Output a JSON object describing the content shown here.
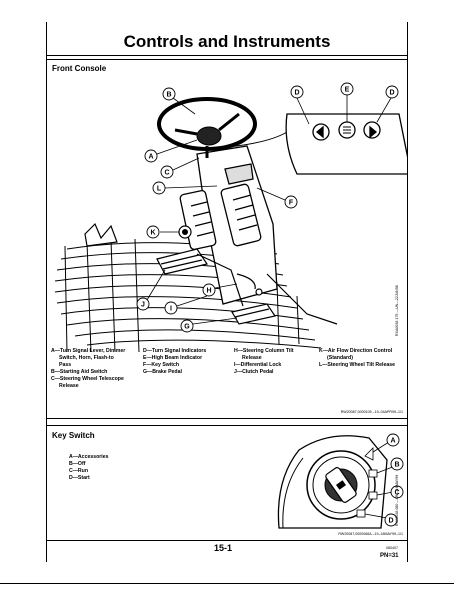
{
  "page_title": "Controls and Instruments",
  "front_console": {
    "title": "Front Console",
    "callouts": [
      "A",
      "B",
      "C",
      "D",
      "E",
      "D",
      "F",
      "G",
      "H",
      "I",
      "J",
      "K",
      "L"
    ],
    "legend_col1": [
      "A—Turn Signal Lever, Dimmer",
      "Switch, Horn, Flash-to",
      "Pass",
      "B—Starting Aid Switch",
      "C—Steering Wheel Telescope",
      "Release"
    ],
    "legend_col2": [
      "D—Turn Signal Indicators",
      "E—High Beam Indicator",
      "F—Key Switch",
      "G—Brake Pedal"
    ],
    "legend_col3": [
      "H—Steering Column Tilt",
      "Release",
      "I—Differential Lock",
      "J—Clutch Pedal"
    ],
    "legend_col4": [
      "K—Air Flow Direction Control",
      "(Standard)",
      "L—Steering Wheel Tilt Release"
    ],
    "figure_code": "RXA0038 175   —UN—22JUN98",
    "footer_code": "RW20087,0000105   –19–04APR99–1/1"
  },
  "key_switch": {
    "title": "Key Switch",
    "callouts": [
      "A",
      "B",
      "C",
      "D"
    ],
    "legend": [
      "A—Accessories",
      "B—Off",
      "C—Run",
      "D—Start"
    ],
    "figure_code": "RXA0038 080   —UN—16MAY99",
    "footer_code": "RW20087,0000066A   –19–18MAY99–1/1"
  },
  "footer": {
    "page_number": "15-1",
    "small_code": "080407",
    "pn": "PN=31"
  }
}
